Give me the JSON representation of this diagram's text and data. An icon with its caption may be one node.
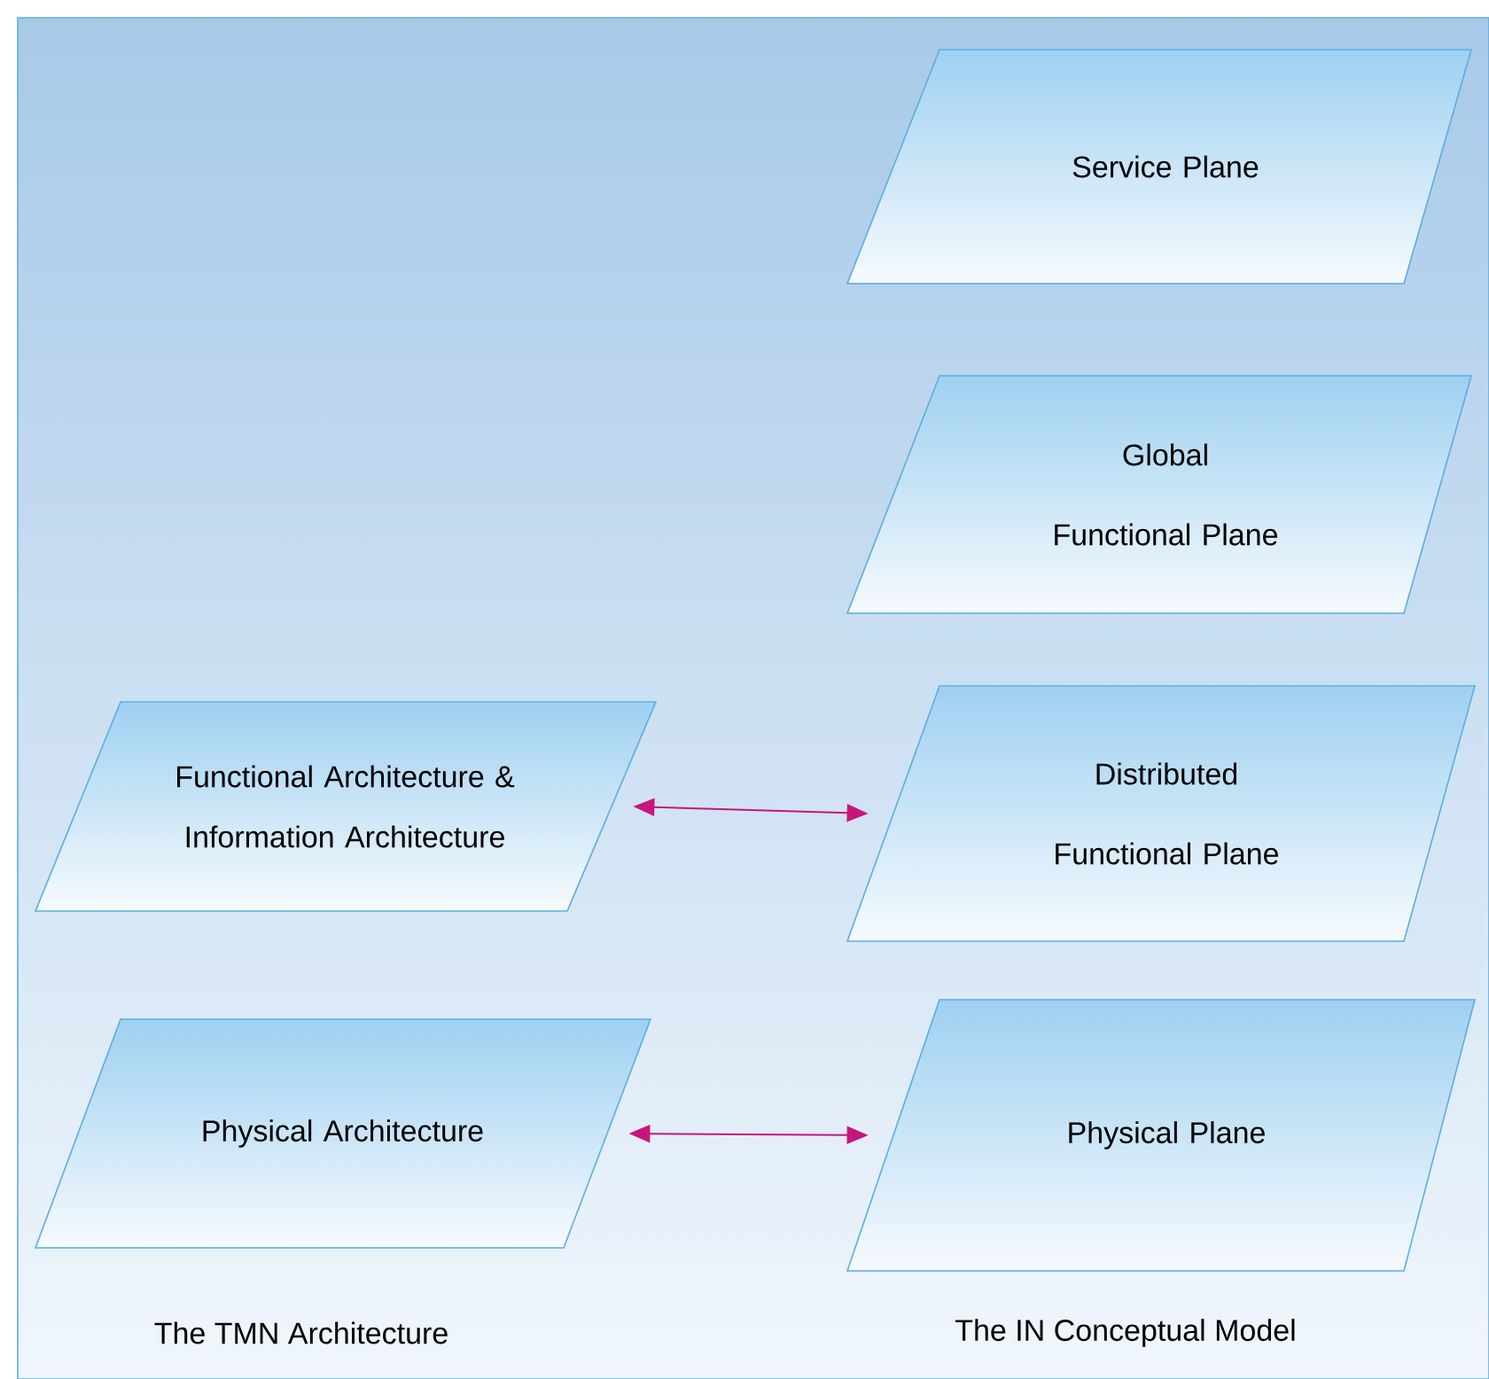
{
  "diagram": {
    "nodes": [
      {
        "text": [
          "Service Plane"
        ]
      },
      {
        "text": [
          "Global Functional Plane"
        ]
      },
      {
        "text": [
          "Functional Architecture & Information Architecture"
        ]
      },
      {
        "text": [
          "Distributed Functional Plane"
        ]
      },
      {
        "text": [
          "Physical Architecture"
        ]
      },
      {
        "text": [
          "Physical Plane"
        ]
      }
    ],
    "edges": [
      {
        "from": 2,
        "to": 3,
        "arrow": "both"
      },
      {
        "from": 4,
        "to": 5,
        "arrow": "both"
      }
    ],
    "labels": [
      "The TMN Architecture",
      "The IN Conceptual Model"
    ]
  }
}
